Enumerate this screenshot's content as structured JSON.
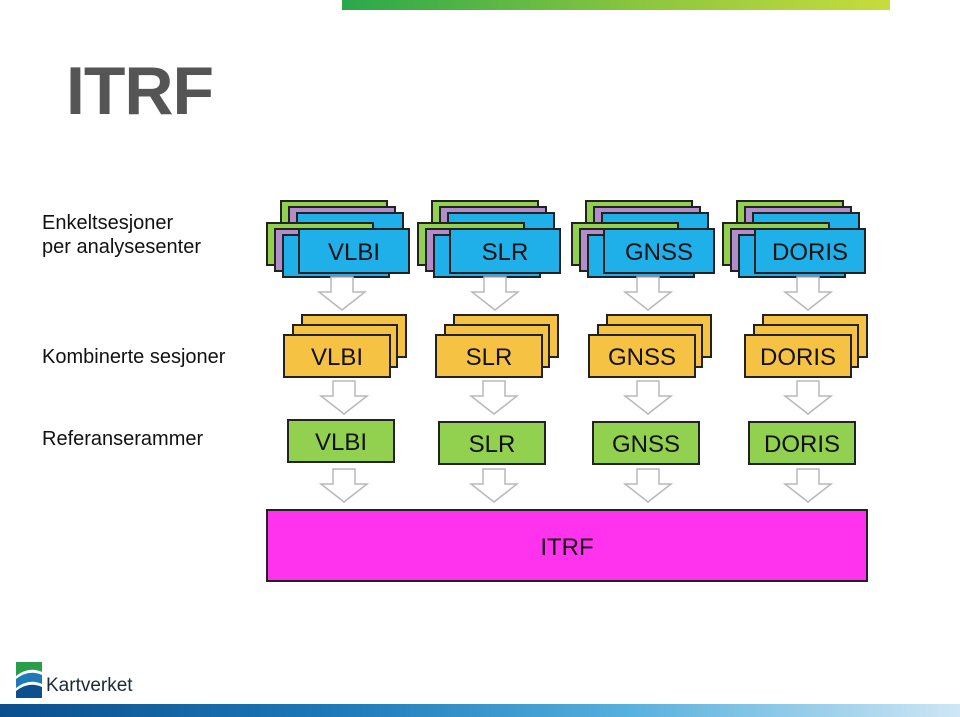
{
  "title": "ITRF",
  "labels": {
    "sessions": "Enkeltsesjoner\nper analysesenter",
    "combined": "Kombinerte sesjoner",
    "frames": "Referanserammer"
  },
  "techniques": [
    "VLBI",
    "SLR",
    "GNSS",
    "DORIS"
  ],
  "final_box": "ITRF",
  "logo_text": "Kartverket",
  "colors": {
    "green": "#92d050",
    "purple": "#b18ec9",
    "blue": "#1fb0ea",
    "yellow": "#f6c244",
    "magenta": "#ff33ee",
    "title_gray": "#555555"
  }
}
